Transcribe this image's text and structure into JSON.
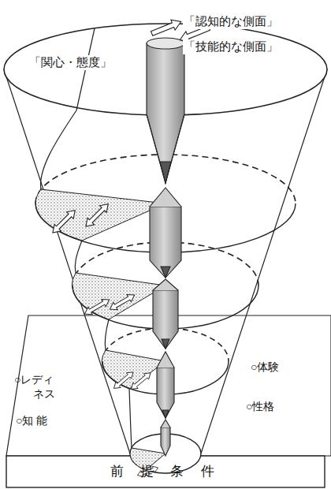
{
  "diagram": {
    "nodes": [
      {
        "text": [
          "○レディネス",
          "○知 能",
          "○体験",
          "○性格",
          "前 提 条 件"
        ]
      }
    ],
    "labels": [
      "「関心・態度」",
      "「認知的な側面」",
      "「技能的な側面」"
    ]
  }
}
